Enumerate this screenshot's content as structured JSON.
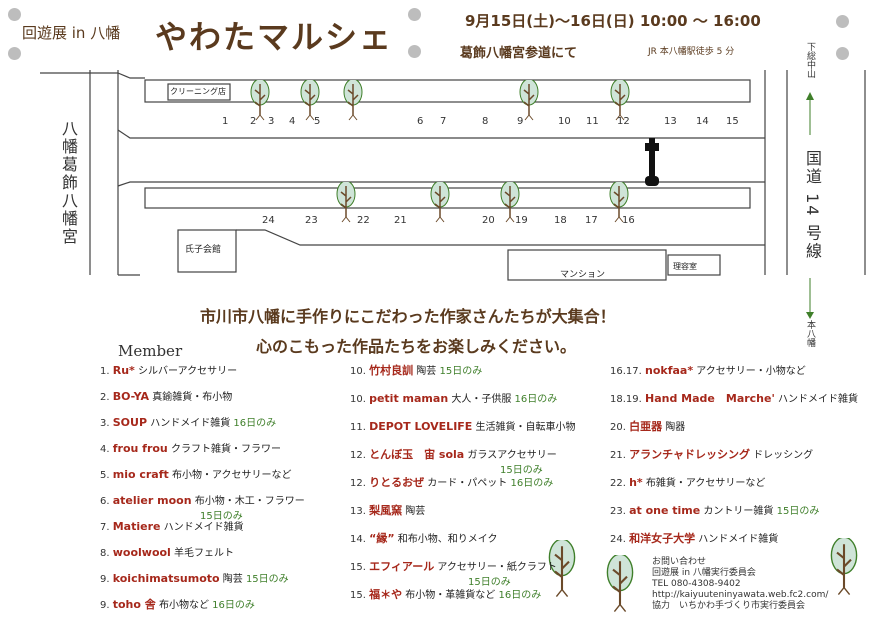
{
  "header": {
    "event_name": "回遊展 in 八幡",
    "title": "やわたマルシェ",
    "date": "9月15日(土)〜16日(日) 10:00 〜 16:00",
    "venue": "葛飾八幡宮参道にて",
    "access": "JR 本八幡駅徒歩 5 分"
  },
  "map": {
    "left_label": "八幡葛飾八幡宮",
    "right_label": "国道 14 号線",
    "top_right_label": "下総中山",
    "bottom_right_label": "本八幡",
    "buildings": {
      "cleaning": "クリーニング店",
      "ujiko": "氏子会館",
      "mansion": "マンション",
      "office": "理容室"
    },
    "upper_stalls": [
      "1",
      "2",
      "3",
      "4",
      "5",
      "6",
      "7",
      "8",
      "9",
      "10",
      "11",
      "12",
      "13",
      "14",
      "15"
    ],
    "lower_stalls": [
      "24",
      "23",
      "22",
      "21",
      "20",
      "19",
      "18",
      "17",
      "16"
    ]
  },
  "tagline": {
    "line1": "市川市八幡に手作りにこだわった作家さんたちが大集合！",
    "line2": "心のこもった作品たちをお楽しみください。"
  },
  "members": {
    "heading": "Member",
    "col1": [
      {
        "no": "1.",
        "name": "Ru*",
        "desc": "シルバーアクセサリー",
        "only": ""
      },
      {
        "no": "2.",
        "name": "BO-YA",
        "desc": "真鍮雑貨・布小物",
        "only": ""
      },
      {
        "no": "3.",
        "name": "SOUP",
        "desc": "ハンドメイド雑貨",
        "only": "16日のみ"
      },
      {
        "no": "4.",
        "name": "frou frou",
        "desc": "クラフト雑貨・フラワー",
        "only": ""
      },
      {
        "no": "5.",
        "name": "mio craft",
        "desc": "布小物・アクセサリーなど",
        "only": ""
      },
      {
        "no": "6.",
        "name": "atelier moon",
        "desc": "布小物・木工・フラワー",
        "only": ""
      },
      {
        "no": "7.",
        "name": "Matiere",
        "desc": "ハンドメイド雑貨",
        "only": ""
      },
      {
        "no": "8.",
        "name": "woolwool",
        "desc": "羊毛フェルト",
        "only": ""
      },
      {
        "no": "9.",
        "name": "koichimatsumoto",
        "desc": "陶芸",
        "only": "15日のみ"
      },
      {
        "no": "9.",
        "name": "toho 舎",
        "desc": "布小物など",
        "only": "16日のみ"
      }
    ],
    "col1_sub": {
      "atelier_moon_only": "15日のみ"
    },
    "col2": [
      {
        "no": "10.",
        "name": "竹村良訓",
        "desc": "陶芸",
        "only": "15日のみ"
      },
      {
        "no": "10.",
        "name": "petit maman",
        "desc": "大人・子供服",
        "only": "16日のみ"
      },
      {
        "no": "11.",
        "name": "DEPOT LOVELIFE",
        "desc": "生活雑貨・自転車小物",
        "only": ""
      },
      {
        "no": "12.",
        "name": "とんぼ玉　宙 sola",
        "desc": "ガラスアクセサリー",
        "only": ""
      },
      {
        "no": "12.",
        "name": "りとるおぜ",
        "desc": "カード・パペット",
        "only": "16日のみ"
      },
      {
        "no": "13.",
        "name": "梨風窯",
        "desc": "陶芸",
        "only": ""
      },
      {
        "no": "14.",
        "name": "“縁”",
        "desc": "和布小物、和りメイク",
        "only": ""
      },
      {
        "no": "15.",
        "name": "エフィアール",
        "desc": "アクセサリー・紙クラフト",
        "only": ""
      },
      {
        "no": "15.",
        "name": "福＊や",
        "desc": "布小物・革雑貨など",
        "only": "16日のみ"
      }
    ],
    "col2_sub": {
      "sola_only": "15日のみ",
      "effi_only": "15日のみ"
    },
    "col3": [
      {
        "no": "16.17.",
        "name": "nokfaa*",
        "desc": "アクセサリー・小物など",
        "only": ""
      },
      {
        "no": "18.19.",
        "name": "Hand Made　Marche'",
        "desc": "ハンドメイド雑貨",
        "only": ""
      },
      {
        "no": "20.",
        "name": "白亜器",
        "desc": "陶器",
        "only": ""
      },
      {
        "no": "21.",
        "name": "アランチャドレッシング",
        "desc": "ドレッシング",
        "only": ""
      },
      {
        "no": "22.",
        "name": "h*",
        "desc": "布雑貨・アクセサリーなど",
        "only": ""
      },
      {
        "no": "23.",
        "name": "at one time",
        "desc": "カントリー雑貨",
        "only": "15日のみ"
      },
      {
        "no": "24.",
        "name": "和洋女子大学",
        "desc": "ハンドメイド雑貨",
        "only": ""
      }
    ]
  },
  "contact": {
    "l1": "お問い合わせ",
    "l2": "回遊展 in 八幡実行委員会",
    "l3": "TEL 080-4308-9402",
    "l4": "http://kaiyuuteninyawata.web.fc2.com/",
    "l5": "協力　いちかわ手づくり市実行委員会"
  },
  "colors": {
    "brown": "#5a3a1e",
    "red": "#a6281b",
    "green": "#3f7f2a"
  }
}
